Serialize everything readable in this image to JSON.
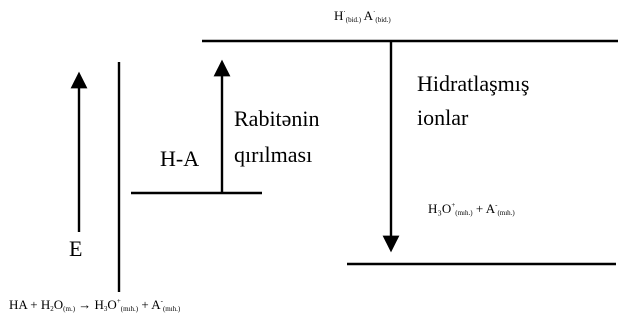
{
  "diagram": {
    "left_arrow_label": "E",
    "ha_label": "H-A",
    "bond_breaking_label_line1": "Rabitənin",
    "bond_breaking_label_line2": "qırılması",
    "hydrated_label_line1": "Hidratlaşmış",
    "hydrated_label_line2": "ionlar",
    "top_level": {
      "h": "H",
      "h_sup": "·",
      "h_sub": "(bid.)",
      "a": "A",
      "a_sup": "·",
      "a_sub": "(bid.)"
    },
    "bottom_level": {
      "h3o": "H₃O",
      "h3o_sup": "+",
      "h3o_sub": "(mıh.)",
      "plus": "+",
      "a": "A",
      "a_sup": "-",
      "a_sub": "(mıh.)"
    },
    "equation": {
      "ha": "HA + H",
      "two": "2",
      "o": "O",
      "o_sub": "(m.)",
      "arrow": "→ H",
      "three": "3",
      "o2": "O",
      "o2_sup": "+",
      "o2_sub": "(mıh.)",
      "plus": "+ A",
      "a_sup": "-",
      "a_sub": "(mıh.)"
    }
  }
}
